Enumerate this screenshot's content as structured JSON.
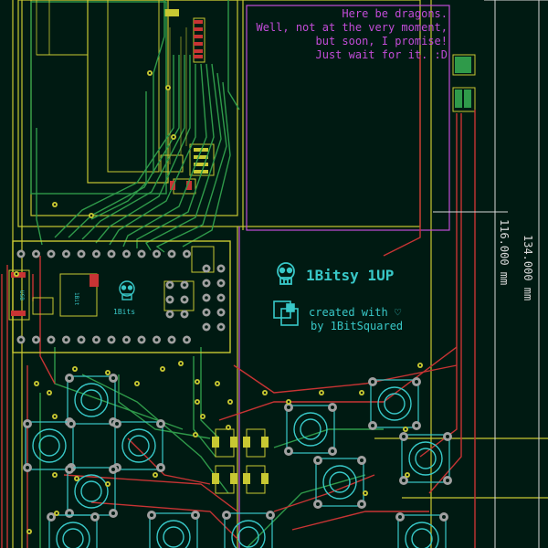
{
  "notes": {
    "lines": [
      "Here be dragons.",
      "Well, not at the very moment,",
      "but soon, I promise!",
      "Just wait for it. :D"
    ]
  },
  "branding": {
    "title": "1Bitsy 1UP",
    "credit_line1": "created with ♡",
    "credit_line2": "by 1BitSquared",
    "small_label": "1Bits"
  },
  "dimensions": {
    "inner": "116.000 mm",
    "outer": "134.000 mm"
  },
  "colors": {
    "background": "#001a12",
    "front_copper": "#c83434",
    "back_copper": "#2f9a4a",
    "silkscreen": "#38c8c8",
    "outline": "#c8c832",
    "notes": "#c24cd8",
    "dimension": "#d8d8d8"
  }
}
